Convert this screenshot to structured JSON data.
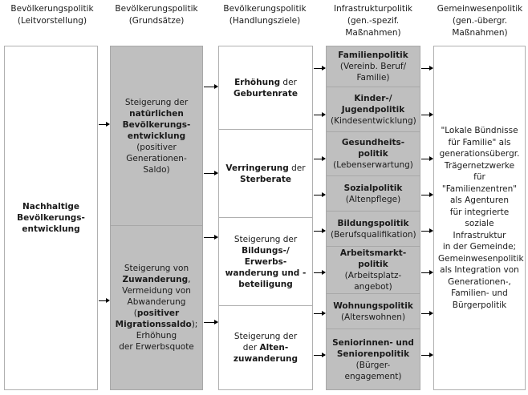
{
  "headers": [
    {
      "line1": "Bevölkerungspolitik",
      "line2": "(Leitvorstellung)"
    },
    {
      "line1": "Bevölkerungspolitik",
      "line2": "(Grundsätze)"
    },
    {
      "line1": "Bevölkerungspolitik",
      "line2": "(Handlungsziele)"
    },
    {
      "line1": "Infrastrukturpolitik",
      "line2": "(gen.-spezif.",
      "line3": "Maßnahmen)"
    },
    {
      "line1": "Gemeinwesenpolitik",
      "line2": "(gen.-übergr.",
      "line3": "Maßnahmen)"
    }
  ],
  "colors": {
    "gray_box": "#bfbfbf",
    "white_box": "#ffffff",
    "border": "#b0b0b0",
    "text": "#1a1a1a",
    "arrow": "#000000"
  },
  "col1": {
    "box": {
      "bold1": "Nachhaltige",
      "bold2": "Bevölkerungs-",
      "bold3": "entwicklung"
    }
  },
  "col2": {
    "boxes": [
      {
        "l1_plain": "Steigerung der",
        "l2_bold": "natürlichen",
        "l3_bold": "Bevölkerungs-",
        "l4_bold": "entwicklung",
        "l5_plain": "(positiver",
        "l6_plain": "Generationen-",
        "l7_plain": "Saldo)"
      },
      {
        "l1_plain": "Steigerung von",
        "l2_bold": "Zuwanderung",
        "l2_tail": ",",
        "l3_plain": "Vermeidung von",
        "l4_plain": "Abwanderung",
        "l5_open": "(",
        "l5_bold": "positiver",
        "l6_bold": "Migrationssaldo",
        "l6_tail": ");",
        "l7_plain": "Erhöhung",
        "l8_plain": "der Erwerbsquote"
      }
    ]
  },
  "col3": {
    "boxes": [
      {
        "b1": "Erhöhung",
        "p1": " der",
        "b2": "Geburtenrate"
      },
      {
        "b1": "Verringerung",
        "p1": " der",
        "b2": "Sterberate"
      },
      {
        "p0": "Steigerung der",
        "b1": "Bildungs-/",
        "b2": "Erwerbs-",
        "b3": "wanderung und -",
        "b4": "beteiligung"
      },
      {
        "p0": "Steigerung der",
        "p1": "der ",
        "b1": "Alten-",
        "b2": "zuwanderung"
      }
    ]
  },
  "col4": {
    "boxes": [
      {
        "title": "Familienpolitik",
        "sub1": "(Vereinb. Beruf/",
        "sub2": "Familie)"
      },
      {
        "title1": "Kinder-/",
        "title2": "Jugendpolitik",
        "sub1": "(Kindesentwicklung)"
      },
      {
        "title1": "Gesundheits-",
        "title2": "politik",
        "sub1": "(Lebenserwartung)"
      },
      {
        "title": "Sozialpolitik",
        "sub1": "(Altenpflege)"
      },
      {
        "title": "Bildungspolitik",
        "sub1": "(Berufsqualifikation)"
      },
      {
        "title1": "Arbeitsmarkt-",
        "title2": "politik",
        "sub1": "(Arbeitsplatz-",
        "sub2": "angebot)"
      },
      {
        "title": "Wohnungspolitik",
        "sub1": "(Alterswohnen)"
      },
      {
        "title1": "Seniorinnen- und",
        "title2": "Seniorenpolitik",
        "sub1": "(Bürger-",
        "sub2": "engagement)"
      }
    ]
  },
  "col5": {
    "box": {
      "text": "\"Lokale Bündnisse für Familie\" als generationsübergr. Trägernetzwerke für \"Familienzentren\" als Agenturen für integrierte soziale Infrastruktur in der Gemeinde; Gemeinwesenpolitik als Integration von Generationen-, Familien- und Bürgerpolitik",
      "lines": [
        "\"Lokale Bündnisse",
        "für Familie\" als",
        "generationsübergr.",
        "Trägernetzwerke für",
        "\"Familienzentren\"",
        "als Agenturen",
        "für integrierte",
        "soziale Infrastruktur",
        "in der Gemeinde;",
        "Gemeinwesenpolitik",
        "als Integration von",
        "Generationen-,",
        "Familien- und",
        "Bürgerpolitik"
      ]
    }
  },
  "arrows": {
    "col1_to_col2": [
      155,
      375
    ],
    "col2_to_col3": [
      108,
      216,
      296,
      402
    ],
    "col3_to_col4": [
      85,
      143,
      198,
      243,
      288,
      340,
      391,
      443
    ],
    "col4_to_col5": [
      85,
      143,
      198,
      243,
      288,
      340,
      391,
      443
    ]
  }
}
